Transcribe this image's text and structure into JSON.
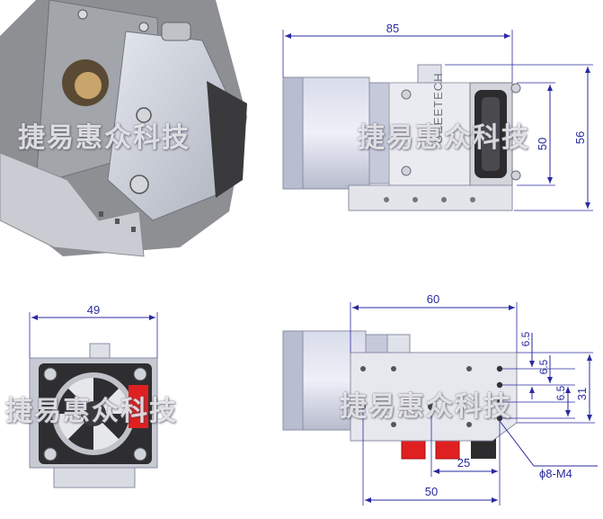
{
  "watermark": "捷易惠众科技",
  "brand_engraving": "GEEETECH",
  "views": {
    "side_top": {
      "width": "85",
      "height_inner": "50",
      "height_outer": "56"
    },
    "front": {
      "width": "49"
    },
    "mount_plate": {
      "width": "60",
      "hole_spacing_a": "6.5",
      "hole_spacing_b": "6.5",
      "hole_spacing_c": "6.5",
      "total_height": "31",
      "offset": "25",
      "base_width": "50",
      "hole_spec": "ϕ8-M4"
    }
  },
  "colors": {
    "dimension": "#2a2aa0",
    "aluminum": "#cfd3dc",
    "motor": "#c4c8d8",
    "fan_red": "#e02020"
  }
}
